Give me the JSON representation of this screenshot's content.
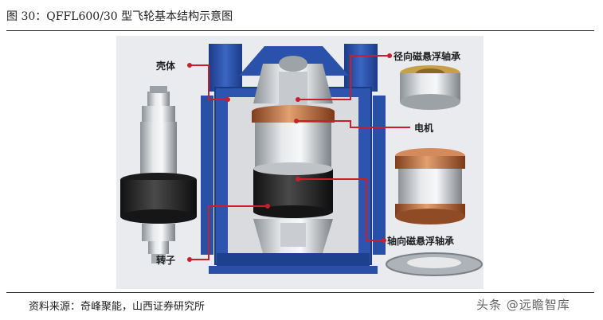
{
  "figure": {
    "title": "图 30：QFFL600/30 型飞轮基本结构示意图",
    "source": "资料来源：奇峰聚能，山西证券研究所",
    "watermark": "头条 @远瞻智库"
  },
  "labels": {
    "shell": "壳体",
    "radial_bearing": "径向磁悬浮轴承",
    "motor": "电机",
    "axial_bearing": "轴向磁悬浮轴承",
    "rotor": "转子"
  },
  "colors": {
    "frame_blue": "#2d55b0",
    "frame_dark": "#1c3a86",
    "leader_red": "#c8202a",
    "copper": "#b5653b",
    "rotor_black": "#262626",
    "steel": "#bfc3c7"
  }
}
